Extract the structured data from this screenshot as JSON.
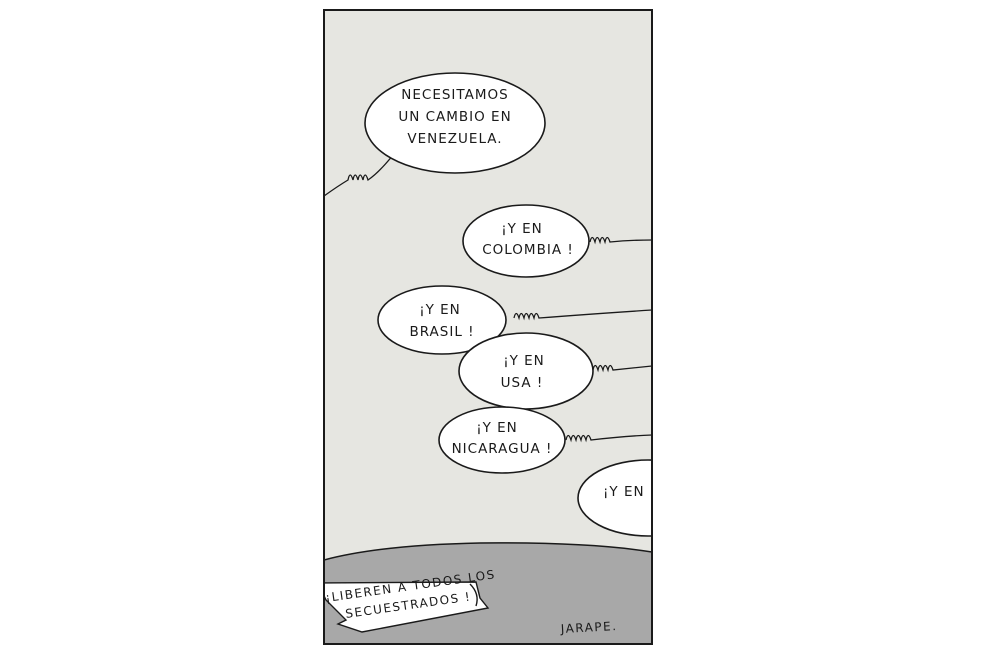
{
  "colors": {
    "sky": "#e6e6e1",
    "ground": "#a8a8a8",
    "ink": "#1a1a1a",
    "bubble_fill": "#ffffff",
    "page": "#ffffff"
  },
  "bubbles": [
    {
      "id": "venezuela",
      "lines": [
        "NECESITAMOS",
        "UN CAMBIO EN",
        "VENEZUELA."
      ]
    },
    {
      "id": "colombia",
      "lines": [
        "¡Y EN",
        "COLOMBIA !"
      ]
    },
    {
      "id": "brasil",
      "lines": [
        "¡Y EN",
        "BRASIL !"
      ]
    },
    {
      "id": "usa",
      "lines": [
        "¡Y EN",
        "USA !"
      ]
    },
    {
      "id": "nicaragua",
      "lines": [
        "¡Y EN",
        "NICARAGUA !"
      ]
    },
    {
      "id": "cutoff",
      "lines": [
        "¡Y EN"
      ]
    }
  ],
  "banner": {
    "line1": "¡LIBEREN A TODOS LOS",
    "line2": "SECUESTRADOS !"
  },
  "signature": "JARAPE."
}
